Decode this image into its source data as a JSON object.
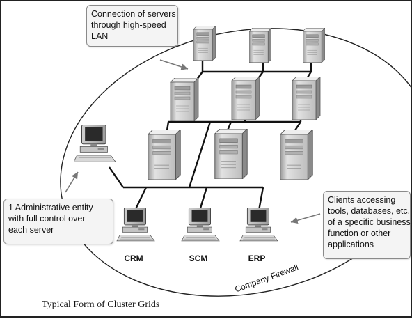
{
  "title": "Typical Form of Cluster Grids",
  "firewall_label": "Company Firewall",
  "callouts": {
    "lan": [
      "Connection of servers",
      "through high-speed",
      "LAN"
    ],
    "admin": [
      "1 Administrative entity",
      "with full control over",
      "each server"
    ],
    "clients": [
      "Clients accessing",
      "tools, databases, etc.",
      "of a specific business",
      "function or other",
      "applications"
    ]
  },
  "clients": [
    "CRM",
    "SCM",
    "ERP"
  ],
  "icons": {
    "server": "server-tower-icon",
    "workstation": "desktop-computer-icon"
  },
  "colors": {
    "line": "#111111",
    "server_body": "#d6d6d6",
    "callout_bg": "#f4f4f4"
  }
}
